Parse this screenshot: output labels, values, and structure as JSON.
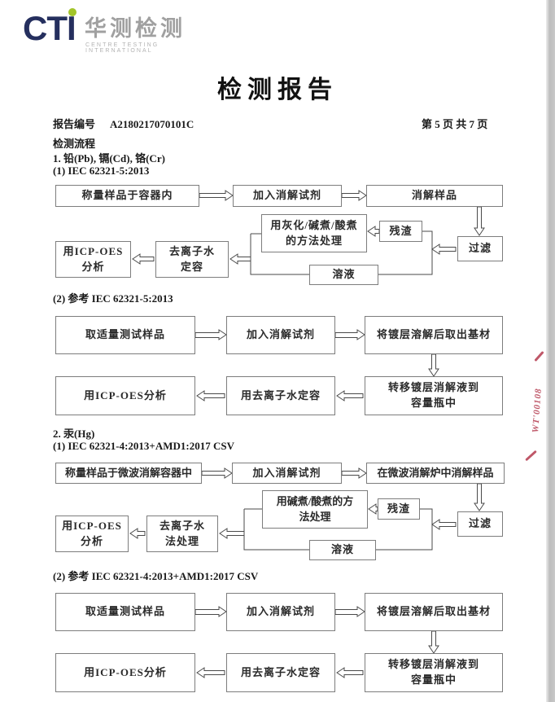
{
  "logo": {
    "cti": "CTI",
    "cn": "华测检测",
    "en": "CENTRE TESTING INTERNATIONAL"
  },
  "title": "检测报告",
  "header": {
    "report_no_label": "报告编号",
    "report_no": "A2180217070101C",
    "page_info": "第 5 页  共 7 页"
  },
  "process_heading": "检测流程",
  "section1": {
    "heading": "1. 铅(Pb), 镉(Cd), 铬(Cr)",
    "method1": "(1) IEC 62321-5:2013",
    "method2": "(2) 参考 IEC 62321-5:2013"
  },
  "section2": {
    "heading": "2. 汞(Hg)",
    "method1": "(1) IEC 62321-4:2013+AMD1:2017 CSV",
    "method2": "(2) 参考 IEC 62321-4:2013+AMD1:2017 CSV"
  },
  "flow1": {
    "weigh": "称量样品于容器内",
    "add": "加入消解试剂",
    "digest": "消解样品",
    "filter": "过滤",
    "residue": "残渣",
    "treat": "用灰化/碱煮/酸煮\n的方法处理",
    "solution": "溶液",
    "dilute": "去离子水\n定容",
    "analyze": "用ICP-OES\n分析"
  },
  "flow2": {
    "sample": "取适量测试样品",
    "add": "加入消解试剂",
    "dissolve": "将镀层溶解后取出基材",
    "transfer": "转移镀层消解液到\n容量瓶中",
    "dilute": "用去离子水定容",
    "analyze": "用ICP-OES分析"
  },
  "flow3": {
    "weigh": "称量样品于微波消解容器中",
    "add": "加入消解试剂",
    "digest": "在微波消解炉中消解样品",
    "filter": "过滤",
    "residue": "残渣",
    "treat": "用碱煮/酸煮的方\n法处理",
    "solution": "溶液",
    "dilute": "去离子水\n法处理",
    "analyze": "用ICP-OES\n分析"
  },
  "flow4": {
    "sample": "取适量测试样品",
    "add": "加入消解试剂",
    "dissolve": "将镀层溶解后取出基材",
    "transfer": "转移镀层消解液到\n容量瓶中",
    "dilute": "用去离子水定容",
    "analyze": "用ICP-OES分析"
  },
  "edge_stamp": {
    "text": "WT'00108"
  }
}
